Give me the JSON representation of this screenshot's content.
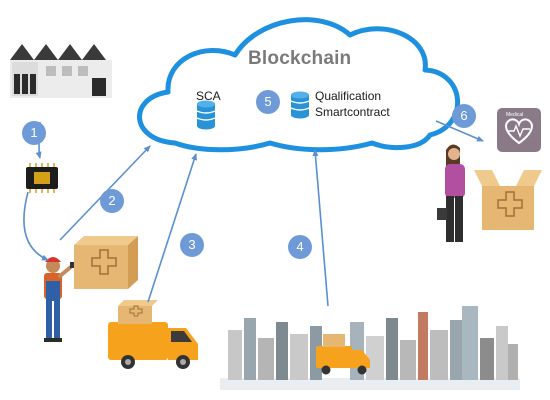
{
  "cloud": {
    "title": "Blockchain"
  },
  "contracts": {
    "sca_label": "SCA",
    "qualification_line1": "Qualification",
    "qualification_line2": "Smartcontract"
  },
  "steps": [
    "1",
    "2",
    "3",
    "4",
    "5",
    "6"
  ],
  "medical_box": {
    "label": "Medical"
  },
  "colors": {
    "cloud_outline": "#1e90e0",
    "step_badge": "#6e9bd7",
    "arrow": "#5b8fd0",
    "box": "#e5b773",
    "truck": "#f6a21c"
  }
}
